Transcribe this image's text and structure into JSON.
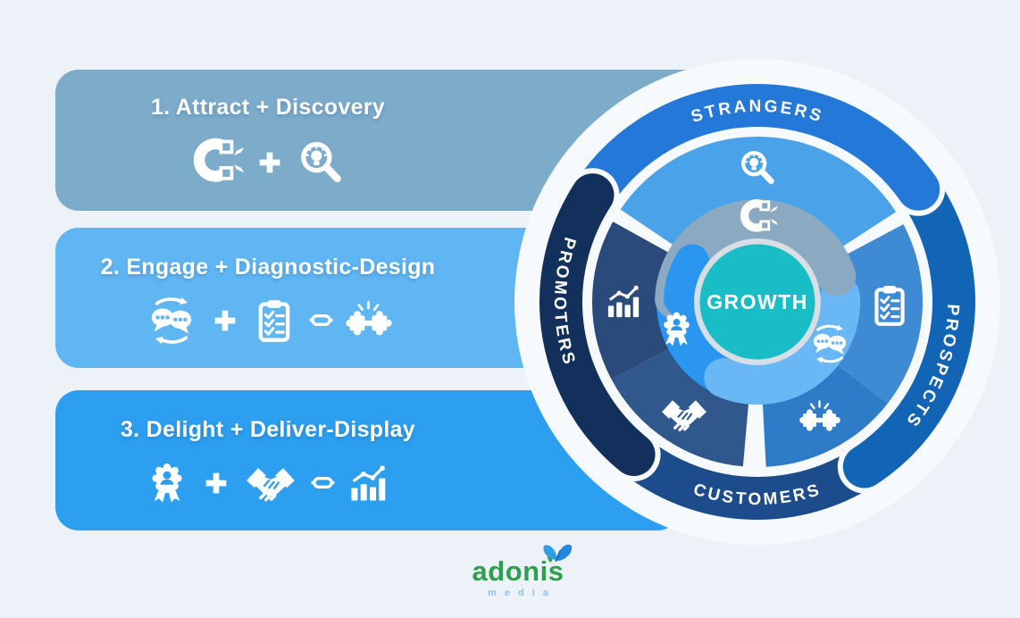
{
  "cards": [
    {
      "title": "1. Attract + Discovery",
      "color": "#7daccb",
      "icons": [
        "magnet-icon",
        "plus-icon",
        "search-bulb-icon"
      ]
    },
    {
      "title": "2. Engage + Diagnostic-Design",
      "color": "#60b6f3",
      "icons": [
        "chat-sync-icon",
        "plus-icon",
        "clipboard-checklist-icon",
        "link-icon",
        "puzzle-icon"
      ]
    },
    {
      "title": "3. Delight + Deliver-Display",
      "color": "#2d9ff0",
      "icons": [
        "award-badge-icon",
        "plus-icon",
        "handshake-icon",
        "link-icon",
        "bar-chart-icon"
      ]
    }
  ],
  "flywheel": {
    "center_label": "GROWTH",
    "center_color": "#19bdc5",
    "ring_labels": [
      {
        "label": "STRANGERS",
        "position": "top",
        "color": "#2478d8"
      },
      {
        "label": "PROSPECTS",
        "position": "right",
        "color": "#1264b4"
      },
      {
        "label": "CUSTOMERS",
        "position": "bottom",
        "color": "#1d4c8c"
      },
      {
        "label": "PROMOTERS",
        "position": "left",
        "color": "#132f5b"
      }
    ],
    "segment_colors": {
      "top": "#4aa2e9",
      "right": "#3e8ad3",
      "bottom_right": "#2e7cc7",
      "bottom_left": "#31588d",
      "left": "#294a7a"
    },
    "swirl_colors": {
      "gray": "#8ca9c2",
      "bright": "#2a96f0",
      "light": "#69b7f5"
    },
    "segment_icons": [
      "search-bulb-icon",
      "clipboard-checklist-icon",
      "puzzle-icon",
      "handshake-icon",
      "bar-chart-icon"
    ],
    "swirl_icons": [
      "magnet-icon",
      "award-badge-icon",
      "chat-sync-icon"
    ]
  },
  "logo": {
    "name": "adonis",
    "sub": "media"
  }
}
